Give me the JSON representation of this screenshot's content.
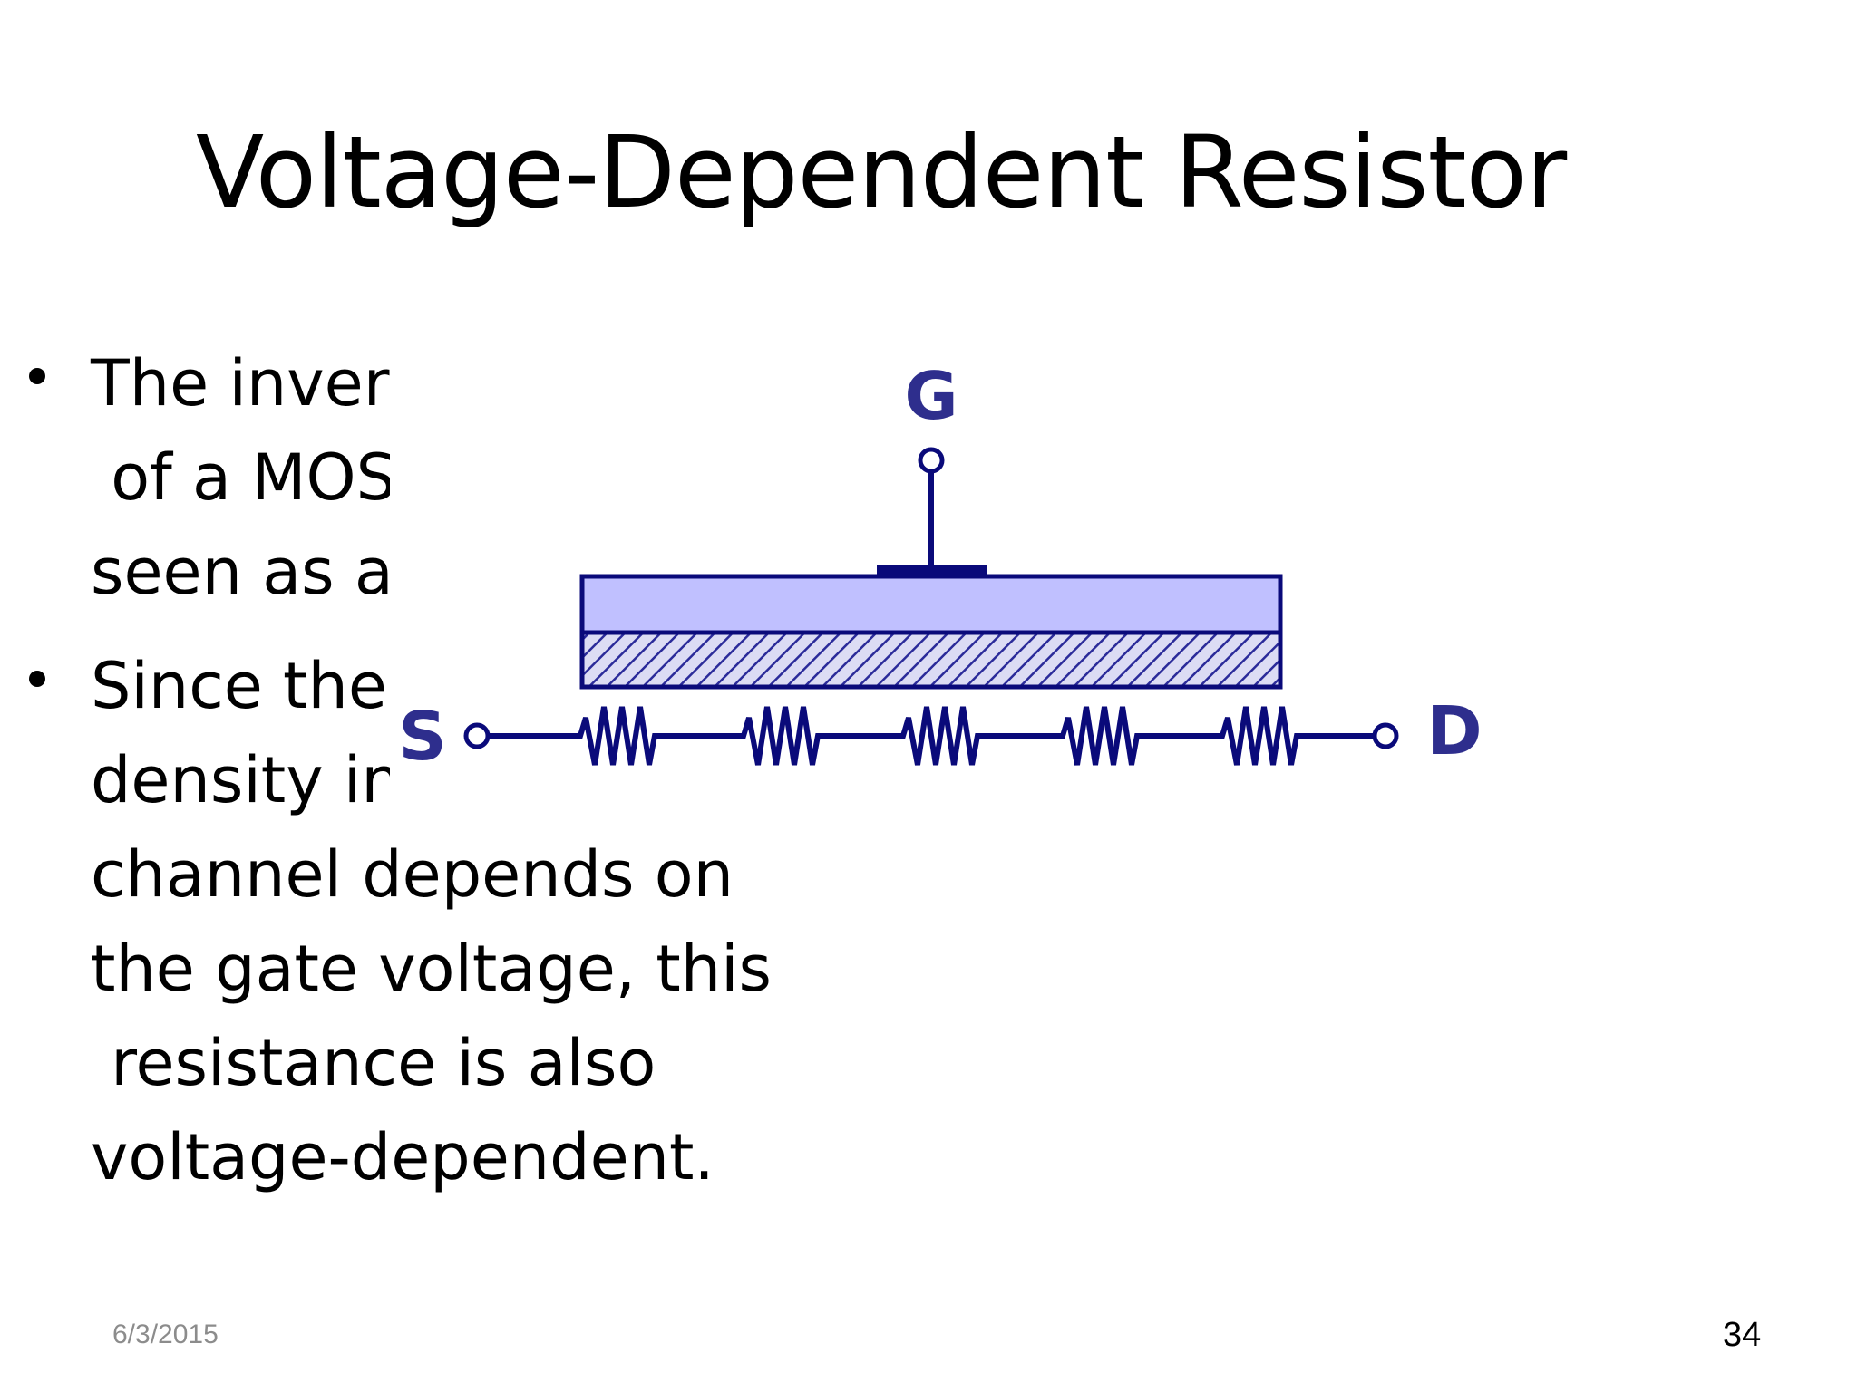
{
  "slide": {
    "title": "Voltage-Dependent Resistor",
    "bullets": [
      {
        "lines": [
          "The invers",
          " of a MOS",
          "seen as a"
        ]
      },
      {
        "lines": [
          "Since the",
          "density in",
          "channel depends on",
          "the gate voltage, this",
          " resistance is also",
          "voltage-dependent."
        ]
      }
    ],
    "date": "6/3/2015",
    "page_number": "34"
  },
  "diagram": {
    "gate_label": "G",
    "source_label": "S",
    "drain_label": "D",
    "resistor_count": 5,
    "colors": {
      "wire": "#0a0a7a",
      "gate_fill": "#c0c0ff",
      "hatch": "#2b2b9a"
    }
  }
}
